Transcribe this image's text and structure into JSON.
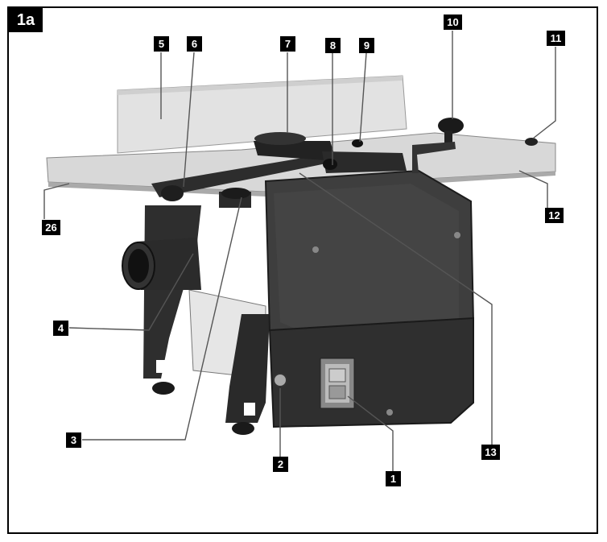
{
  "figure": {
    "badge": "1a",
    "callouts": [
      {
        "id": "c5",
        "label": "5"
      },
      {
        "id": "c6",
        "label": "6"
      },
      {
        "id": "c7",
        "label": "7"
      },
      {
        "id": "c8",
        "label": "8"
      },
      {
        "id": "c9",
        "label": "9"
      },
      {
        "id": "c10",
        "label": "10"
      },
      {
        "id": "c11",
        "label": "11"
      },
      {
        "id": "c12",
        "label": "12"
      },
      {
        "id": "c26",
        "label": "26"
      },
      {
        "id": "c4",
        "label": "4"
      },
      {
        "id": "c3",
        "label": "3"
      },
      {
        "id": "c2",
        "label": "2"
      },
      {
        "id": "c1",
        "label": "1"
      },
      {
        "id": "c13",
        "label": "13"
      }
    ]
  },
  "colors": {
    "body": "#3c3c3c",
    "body_dark": "#222222",
    "table": "#d7d7d7",
    "fence": "#dedede",
    "callout_bg": "#000000",
    "callout_text": "#ffffff"
  }
}
